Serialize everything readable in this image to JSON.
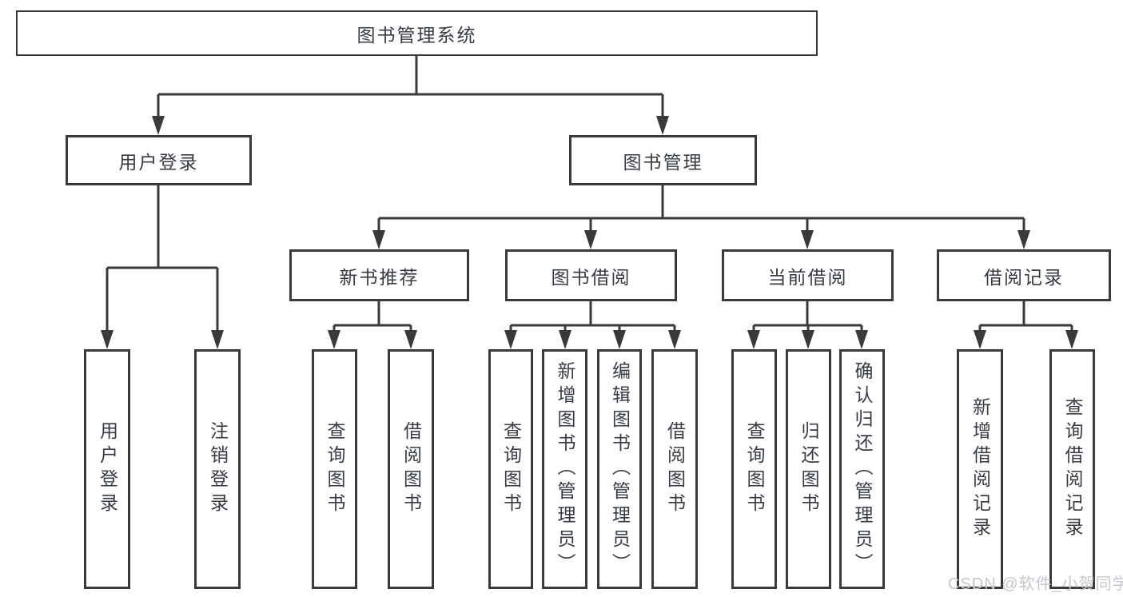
{
  "diagram_title": "图书管理系统",
  "tree": {
    "label": "图书管理系统",
    "children": [
      {
        "label": "用户登录",
        "children": [
          {
            "label": "用户登录"
          },
          {
            "label": "注销登录"
          }
        ]
      },
      {
        "label": "图书管理",
        "children": [
          {
            "label": "新书推荐",
            "children": [
              {
                "label": "查询图书"
              },
              {
                "label": "借阅图书"
              }
            ]
          },
          {
            "label": "图书借阅",
            "children": [
              {
                "label": "查询图书"
              },
              {
                "label": "新增图书（管理员）"
              },
              {
                "label": "编辑图书（管理员）"
              },
              {
                "label": "借阅图书"
              }
            ]
          },
          {
            "label": "当前借阅",
            "children": [
              {
                "label": "查询图书"
              },
              {
                "label": "归还图书"
              },
              {
                "label": "确认归还（管理员）"
              }
            ]
          },
          {
            "label": "借阅记录",
            "children": [
              {
                "label": "新增借阅记录"
              },
              {
                "label": "查询借阅记录"
              }
            ]
          }
        ]
      }
    ]
  },
  "watermark": {
    "text": "CSDN @软件_小贺同学"
  },
  "colors": {
    "line": "#3a3a3a",
    "text": "#373c44",
    "box_background": "#ffffff",
    "watermark": "#c4c7cd",
    "background": "#ffffff"
  }
}
